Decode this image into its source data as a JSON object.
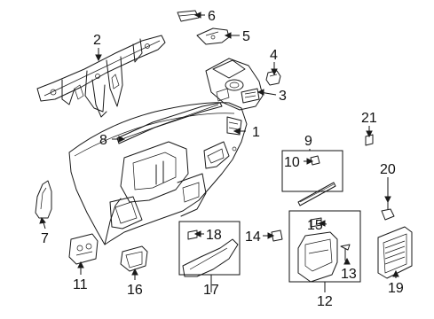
{
  "callouts": [
    {
      "id": "1",
      "text": "1",
      "part": "instrument-panel"
    },
    {
      "id": "2",
      "text": "2",
      "part": "cross-car-beam"
    },
    {
      "id": "3",
      "text": "3",
      "part": "center-console-bezel"
    },
    {
      "id": "4",
      "text": "4",
      "part": "bezel-clip"
    },
    {
      "id": "5",
      "text": "5",
      "part": "bracket"
    },
    {
      "id": "6",
      "text": "6",
      "part": "pad"
    },
    {
      "id": "7",
      "text": "7",
      "part": "end-cover"
    },
    {
      "id": "8",
      "text": "8",
      "part": "defroster-grille"
    },
    {
      "id": "9",
      "text": "9",
      "part": "trim-strip-kit"
    },
    {
      "id": "10",
      "text": "10",
      "part": "trim-clip"
    },
    {
      "id": "11",
      "text": "11",
      "part": "switch-bezel"
    },
    {
      "id": "12",
      "text": "12",
      "part": "cluster-bezel-kit"
    },
    {
      "id": "13",
      "text": "13",
      "part": "screw"
    },
    {
      "id": "14",
      "text": "14",
      "part": "clip"
    },
    {
      "id": "15",
      "text": "15",
      "part": "retainer"
    },
    {
      "id": "16",
      "text": "16",
      "part": "bracket"
    },
    {
      "id": "17",
      "text": "17",
      "part": "knee-bolster-kit"
    },
    {
      "id": "18",
      "text": "18",
      "part": "clip"
    },
    {
      "id": "19",
      "text": "19",
      "part": "vent-outlet"
    },
    {
      "id": "20",
      "text": "20",
      "part": "fastener"
    },
    {
      "id": "21",
      "text": "21",
      "part": "clip"
    }
  ],
  "colors": {
    "line": "#1a1a1a",
    "background": "#ffffff"
  }
}
